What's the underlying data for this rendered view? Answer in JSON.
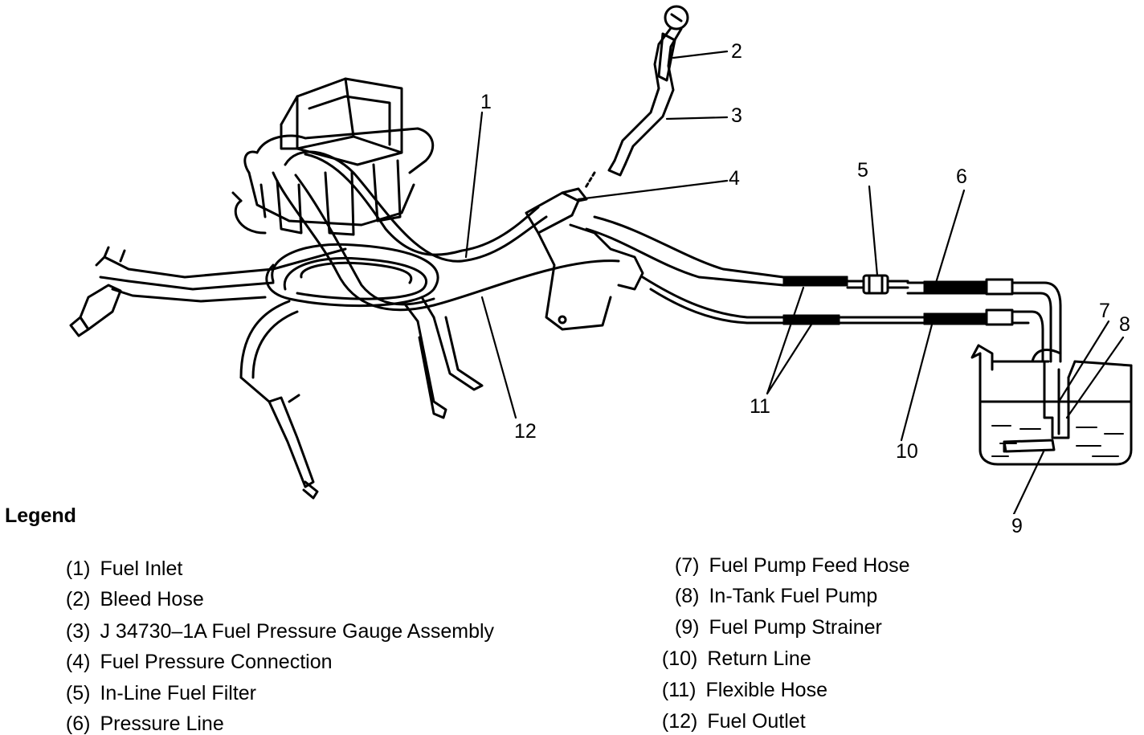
{
  "callouts": {
    "c1": "1",
    "c2": "2",
    "c3": "3",
    "c4": "4",
    "c5": "5",
    "c6": "6",
    "c7": "7",
    "c8": "8",
    "c9": "9",
    "c10": "10",
    "c11": "11",
    "c12": "12"
  },
  "legend": {
    "title": "Legend",
    "items": [
      {
        "num": "(1)",
        "label": "Fuel Inlet"
      },
      {
        "num": "(2)",
        "label": "Bleed Hose"
      },
      {
        "num": "(3)",
        "label": "J 34730–1A Fuel Pressure Gauge Assembly"
      },
      {
        "num": "(4)",
        "label": "Fuel Pressure Connection"
      },
      {
        "num": "(5)",
        "label": "In-Line Fuel Filter"
      },
      {
        "num": "(6)",
        "label": "Pressure Line"
      },
      {
        "num": "(7)",
        "label": "Fuel Pump Feed Hose"
      },
      {
        "num": "(8)",
        "label": "In-Tank Fuel Pump"
      },
      {
        "num": "(9)",
        "label": "Fuel Pump Strainer"
      },
      {
        "num": "(10)",
        "label": "Return Line"
      },
      {
        "num": "(11)",
        "label": "Flexible Hose"
      },
      {
        "num": "(12)",
        "label": "Fuel Outlet"
      }
    ]
  }
}
